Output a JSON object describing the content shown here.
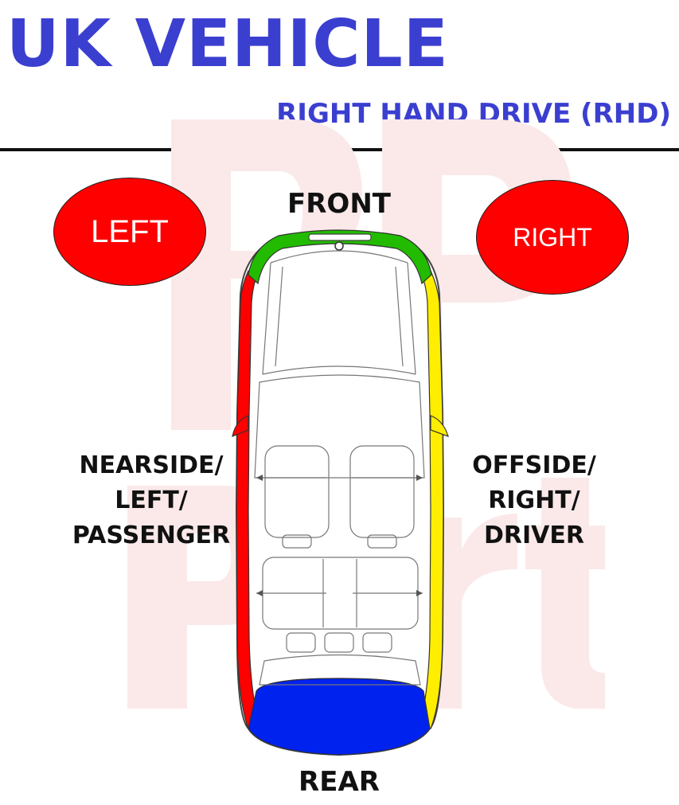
{
  "header": {
    "title": "UK VEHICLE",
    "subtitle": "RIGHT HAND DRIVE (RHD)"
  },
  "sides": {
    "left_badge": "LEFT",
    "right_badge": "RIGHT",
    "badge_color": "#ff0000"
  },
  "directions": {
    "front": "FRONT",
    "rear": "REAR",
    "nearside": [
      "NEARSIDE/",
      "LEFT/",
      "PASSENGER"
    ],
    "offside": [
      "OFFSIDE/",
      "RIGHT/",
      "DRIVER"
    ]
  },
  "colors": {
    "title": "#3b3fd0",
    "front_zone": "#22bb00",
    "rear_zone": "#0022ee",
    "nearside_zone": "#ff0000",
    "offside_zone": "#ffee00",
    "watermark": "#fbe9e9"
  }
}
